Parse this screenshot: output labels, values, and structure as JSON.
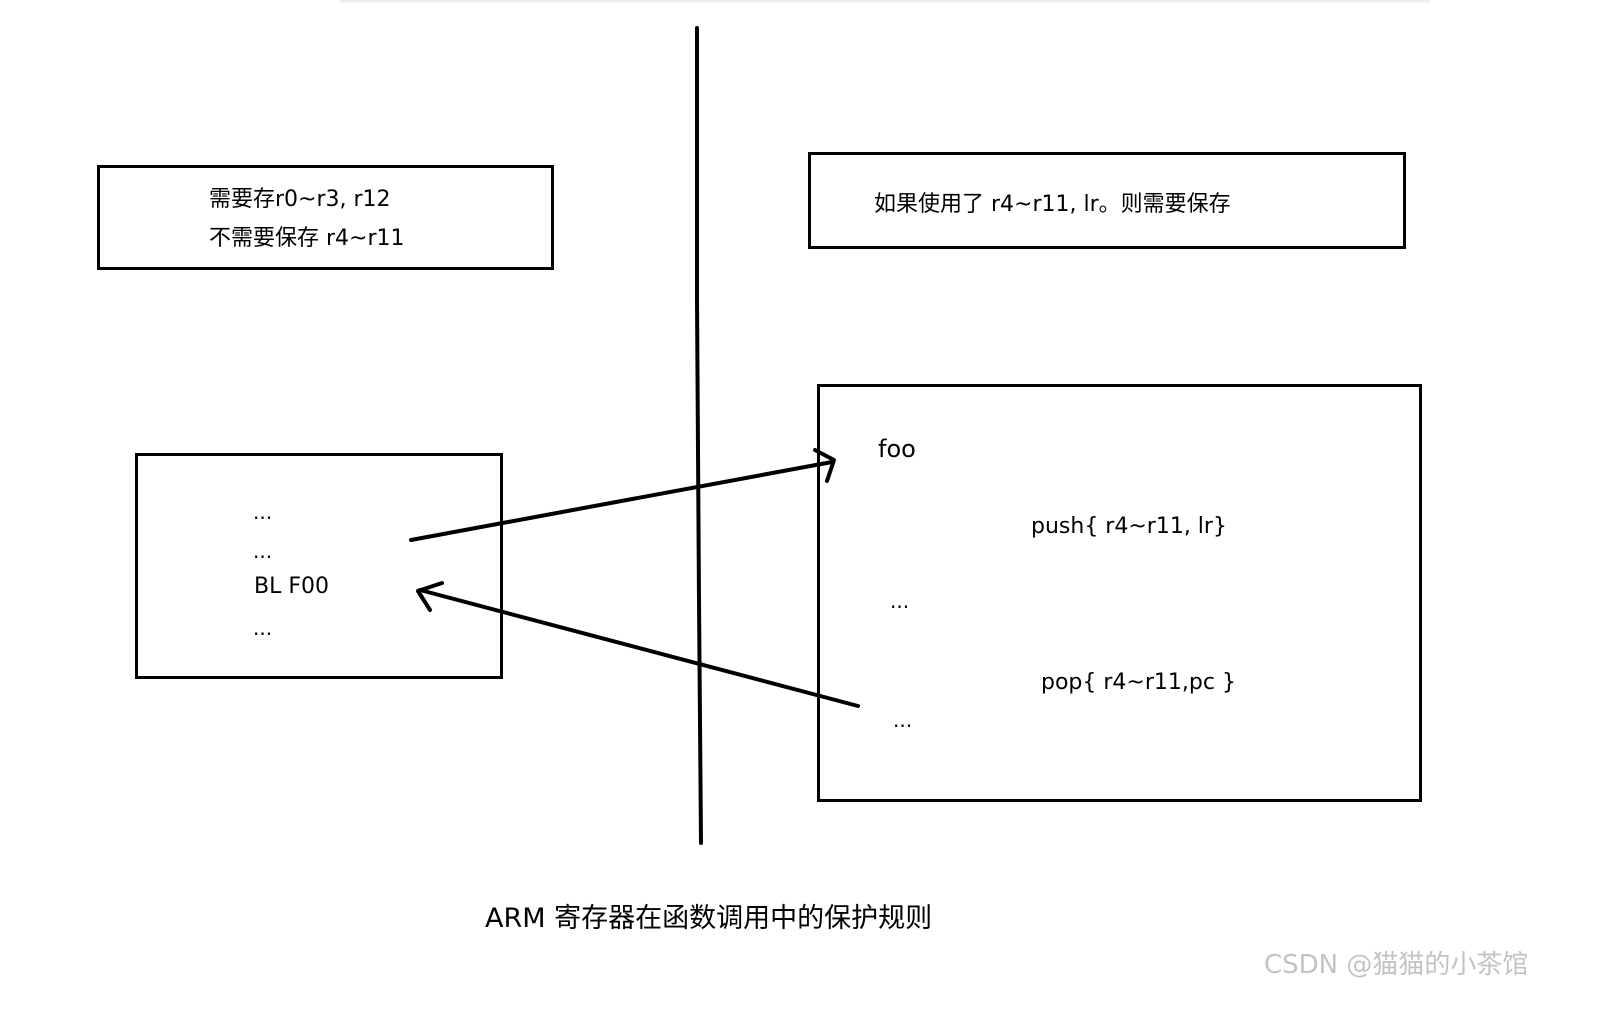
{
  "caller_note": {
    "line1": "需要存r0~r3, r12",
    "line2": "不需要保存 r4~r11"
  },
  "callee_note": {
    "text": "如果使用了 r4~r11, lr。则需要保存"
  },
  "caller_code": {
    "lines": [
      "...",
      "...",
      "BL F00",
      "..."
    ]
  },
  "callee_code": {
    "func_name": "foo",
    "push": "push{ r4~r11,  lr}",
    "mid": "...",
    "pop": "pop{ r4~r11,pc }",
    "tail": "..."
  },
  "caption": "ARM 寄存器在函数调用中的保护规则",
  "watermark": "CSDN @猫猫的小茶馆",
  "colors": {
    "stroke": "#000000",
    "watermark": "#c3c3c3"
  }
}
